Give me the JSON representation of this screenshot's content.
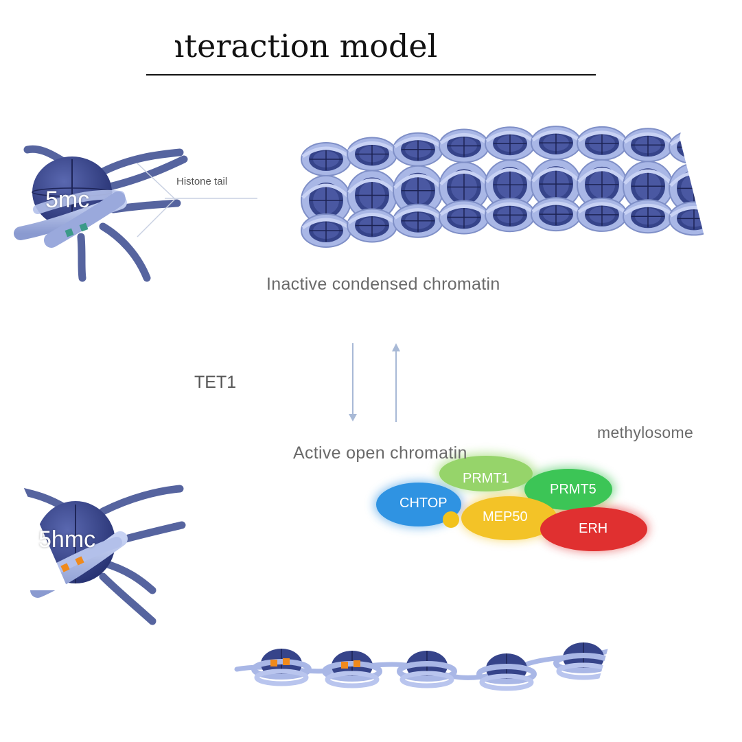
{
  "title": "nteraction model",
  "labels": {
    "histone_tail": "Histone tail",
    "mark_5mc": "5mc",
    "mark_5hmc": "5hmc",
    "inactive": "Inactive condensed chromatin",
    "active": "Active open chromatin",
    "enzyme": "TET1",
    "complex": "methylosome"
  },
  "proteins": [
    {
      "name": "CHTOP",
      "color": "#2a8fe0"
    },
    {
      "name": "PRMT1",
      "color": "#8fd45a"
    },
    {
      "name": "PRMT5",
      "color": "#35c24e"
    },
    {
      "name": "MEP50",
      "color": "#f2c21c"
    },
    {
      "name": "ERH",
      "color": "#df2b2b"
    }
  ],
  "colors": {
    "histone_core": "#36448a",
    "dna_wrap": "#a9b7e6",
    "tail": "#56649f",
    "methyl_mark": "#3b9a88",
    "hydroxymethyl_mark": "#f08a1c",
    "arrow": "#a8b9d6"
  }
}
